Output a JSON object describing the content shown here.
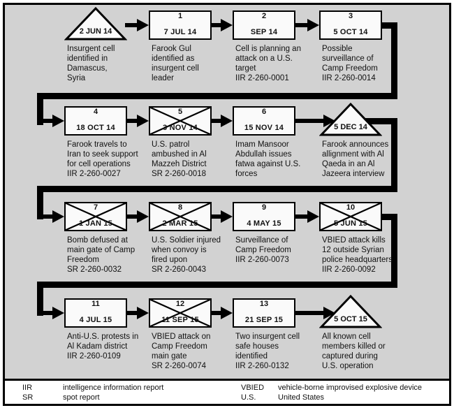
{
  "colors": {
    "canvas": "#d2d2d2",
    "node_fill": "#fafafa",
    "line": "#000000",
    "legend_bg": "#ffffff"
  },
  "rows": [
    {
      "items": [
        {
          "shape": "triangle",
          "number": "",
          "date": "2 JUN 14",
          "crossed": false,
          "description": "Insurgent cell\nidentified in\nDamascus,\nSyria"
        },
        {
          "shape": "box",
          "number": "1",
          "date": "7 JUL 14",
          "crossed": false,
          "description": "Farook Gul\nidentified as\ninsurgent cell\nleader"
        },
        {
          "shape": "box",
          "number": "2",
          "date": "SEP 14",
          "crossed": false,
          "description": "Cell is planning an\nattack on a U.S.\ntarget\nIIR 2-260-0001"
        },
        {
          "shape": "box",
          "number": "3",
          "date": "5 OCT 14",
          "crossed": false,
          "description": "Possible\nsurveillance of\nCamp Freedom\nIIR 2-260-0014"
        }
      ]
    },
    {
      "items": [
        {
          "shape": "box",
          "number": "4",
          "date": "18 OCT 14",
          "crossed": false,
          "description": "Farook travels to\nIran to seek support\nfor cell operations\nIIR 2-260-0027"
        },
        {
          "shape": "box",
          "number": "5",
          "date": "3 NOV 14",
          "crossed": true,
          "description": "U.S. patrol\nambushed in Al\nMazzeh District\nSR 2-260-0018"
        },
        {
          "shape": "box",
          "number": "6",
          "date": "15 NOV 14",
          "crossed": false,
          "description": "Imam Mansoor\nAbdullah issues\nfatwa against U.S.\nforces"
        },
        {
          "shape": "triangle",
          "number": "",
          "date": "5 DEC 14",
          "crossed": false,
          "description": "Farook announces\nallignment with Al\nQaeda in an Al\nJazeera interview"
        }
      ]
    },
    {
      "items": [
        {
          "shape": "box",
          "number": "7",
          "date": "1 JAN 15",
          "crossed": true,
          "description": "Bomb defused at\nmain gate of Camp\nFreedom\nSR 2-260-0032"
        },
        {
          "shape": "box",
          "number": "8",
          "date": "2 MAR 15",
          "crossed": true,
          "description": "U.S. Soldier injured\nwhen convoy is\nfired upon\nSR 2-260-0043"
        },
        {
          "shape": "box",
          "number": "9",
          "date": "4 MAY 15",
          "crossed": false,
          "description": "Surveillance of\nCamp Freedom\nIIR 2-260-0073"
        },
        {
          "shape": "box",
          "number": "10",
          "date": "5 JUN 15",
          "crossed": true,
          "description": "VBIED attack kills\n12 outside Syrian\npolice headquarters\nIIR 2-260-0092"
        }
      ]
    },
    {
      "items": [
        {
          "shape": "box",
          "number": "11",
          "date": "4 JUL 15",
          "crossed": false,
          "description": "Anti-U.S. protests in\nAl Kadam district\nIIR 2-260-0109"
        },
        {
          "shape": "box",
          "number": "12",
          "date": "11 SEP 15",
          "crossed": true,
          "description": "VBIED attack on\nCamp Freedom\nmain gate\nSR 2-260-0074"
        },
        {
          "shape": "box",
          "number": "13",
          "date": "21 SEP 15",
          "crossed": false,
          "description": "Two insurgent cell\nsafe houses\nidentified\nIIR 2-260-0132"
        },
        {
          "shape": "triangle",
          "number": "",
          "date": "5 OCT 15",
          "crossed": false,
          "description": "All known cell\nmembers killed or\ncaptured during\nU.S. operation"
        }
      ]
    }
  ],
  "legend": {
    "left": [
      {
        "abbr": "IIR",
        "definition": "intelligence information report"
      },
      {
        "abbr": "SR",
        "definition": "spot report"
      }
    ],
    "right": [
      {
        "abbr": "VBIED",
        "definition": "vehicle-borne improvised explosive device"
      },
      {
        "abbr": "U.S.",
        "definition": "United States"
      }
    ]
  }
}
